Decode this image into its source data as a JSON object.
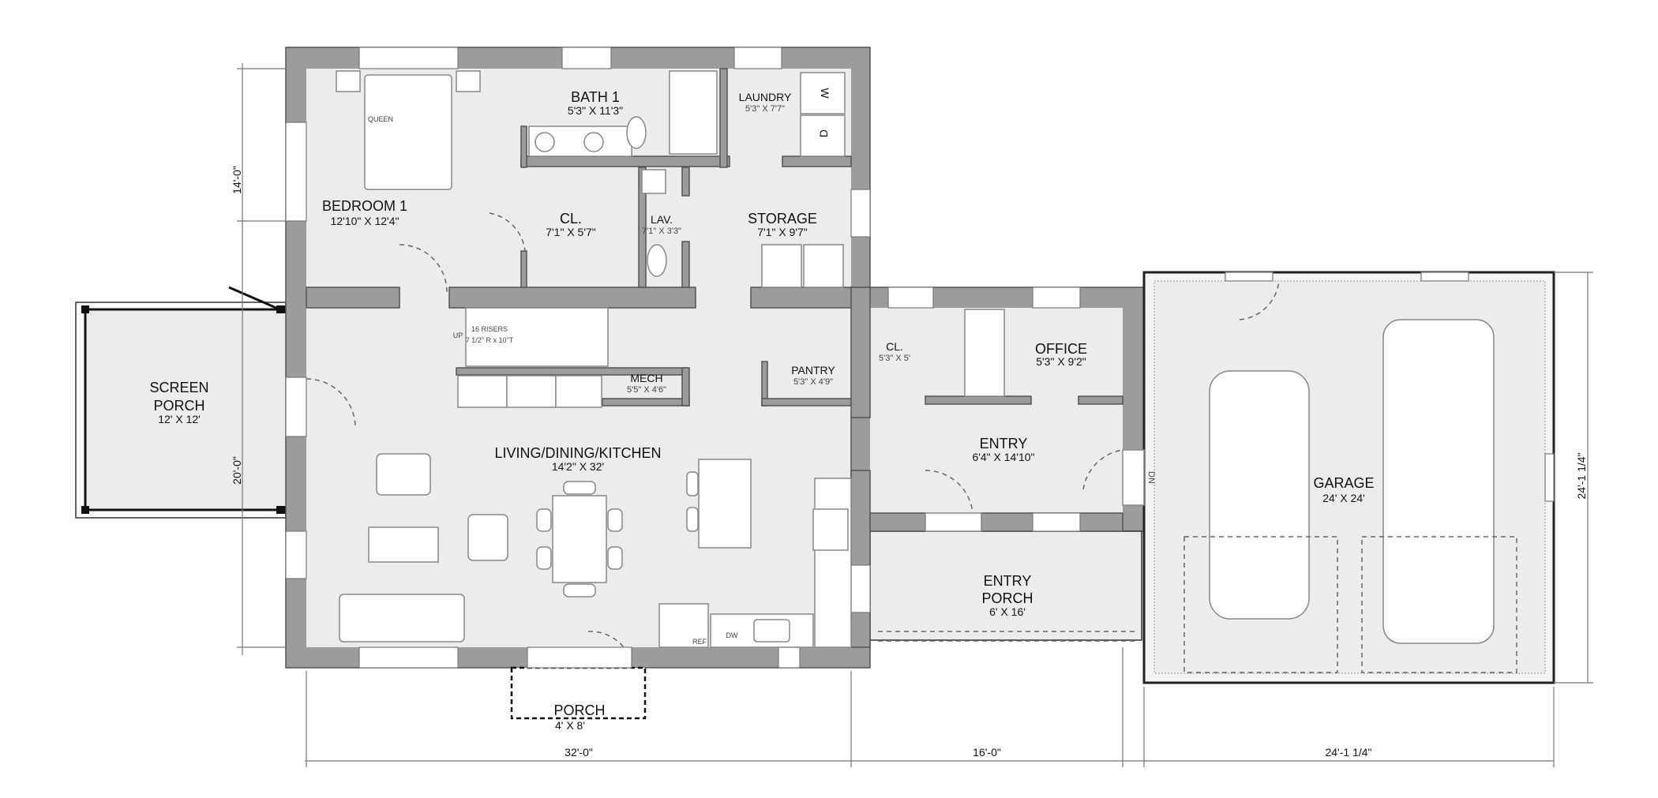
{
  "plan": {
    "rooms": [
      {
        "name": "BEDROOM 1",
        "size": "12'10\" X 12'4\""
      },
      {
        "name": "BATH 1",
        "size": "5'3\" X 11'3\""
      },
      {
        "name": "LAUNDRY",
        "size": "5'3\" X 7'7\""
      },
      {
        "name": "CL.",
        "size": "7'1\" X 5'7\""
      },
      {
        "name": "LAV.",
        "size": "7'1\" X 3'3\""
      },
      {
        "name": "STORAGE",
        "size": "7'1\" X 9'7\""
      },
      {
        "name": "MECH",
        "size": "5'5\" X 4'6\""
      },
      {
        "name": "PANTRY",
        "size": "5'3\" X 4'9\""
      },
      {
        "name": "CL.",
        "size": "5'3\" X 5'"
      },
      {
        "name": "OFFICE",
        "size": "5'3\" X 9'2\""
      },
      {
        "name": "ENTRY",
        "size": "6'4\" X 14'10\""
      },
      {
        "name": "LIVING/DINING/KITCHEN",
        "size": "14'2\" X 32'"
      },
      {
        "name_line1": "SCREEN",
        "name_line2": "PORCH",
        "size": "12' X 12'"
      },
      {
        "name_line1": "ENTRY",
        "name_line2": "PORCH",
        "size": "6' X 16'"
      },
      {
        "name": "GARAGE",
        "size": "24' X 24'"
      },
      {
        "name": "PORCH",
        "size": "4' X 8'"
      }
    ],
    "fixtures": {
      "bed": "QUEEN",
      "washer": "W",
      "dryer": "D",
      "fridge": "REF",
      "dishwasher": "DW",
      "stair_up": "UP",
      "stair_risers": "16 RISERS",
      "stair_spec": "7 1/2\" R x 10\"T",
      "garage_stair": "DN"
    },
    "dimensions": {
      "bottom": [
        "32'-0\"",
        "16'-0\"",
        "24'-1 1/4\""
      ],
      "left": [
        "14'-0\"",
        "20'-0\""
      ],
      "right": "24'-1 1/4\""
    },
    "colors": {
      "wall": "#9c9c9c",
      "floor": "#ececec"
    }
  }
}
